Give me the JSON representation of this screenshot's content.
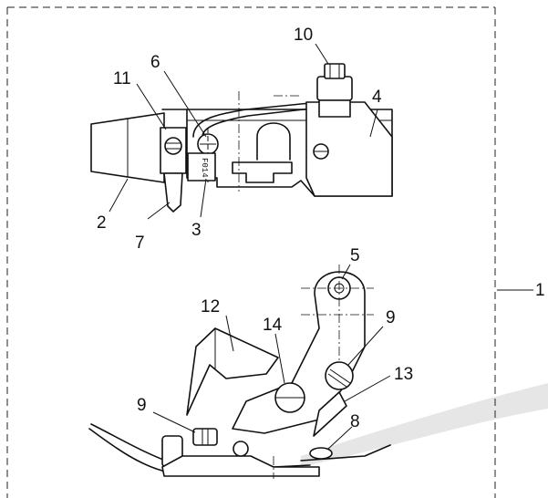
{
  "diagram": {
    "callouts": {
      "c1": "1",
      "c2": "2",
      "c3": "3",
      "c4": "4",
      "c5": "5",
      "c6": "6",
      "c7": "7",
      "c8": "8",
      "c9a": "9",
      "c9b": "9",
      "c10": "10",
      "c11": "11",
      "c12": "12",
      "c13": "13",
      "c14": "14"
    },
    "part_marking": "F014"
  }
}
